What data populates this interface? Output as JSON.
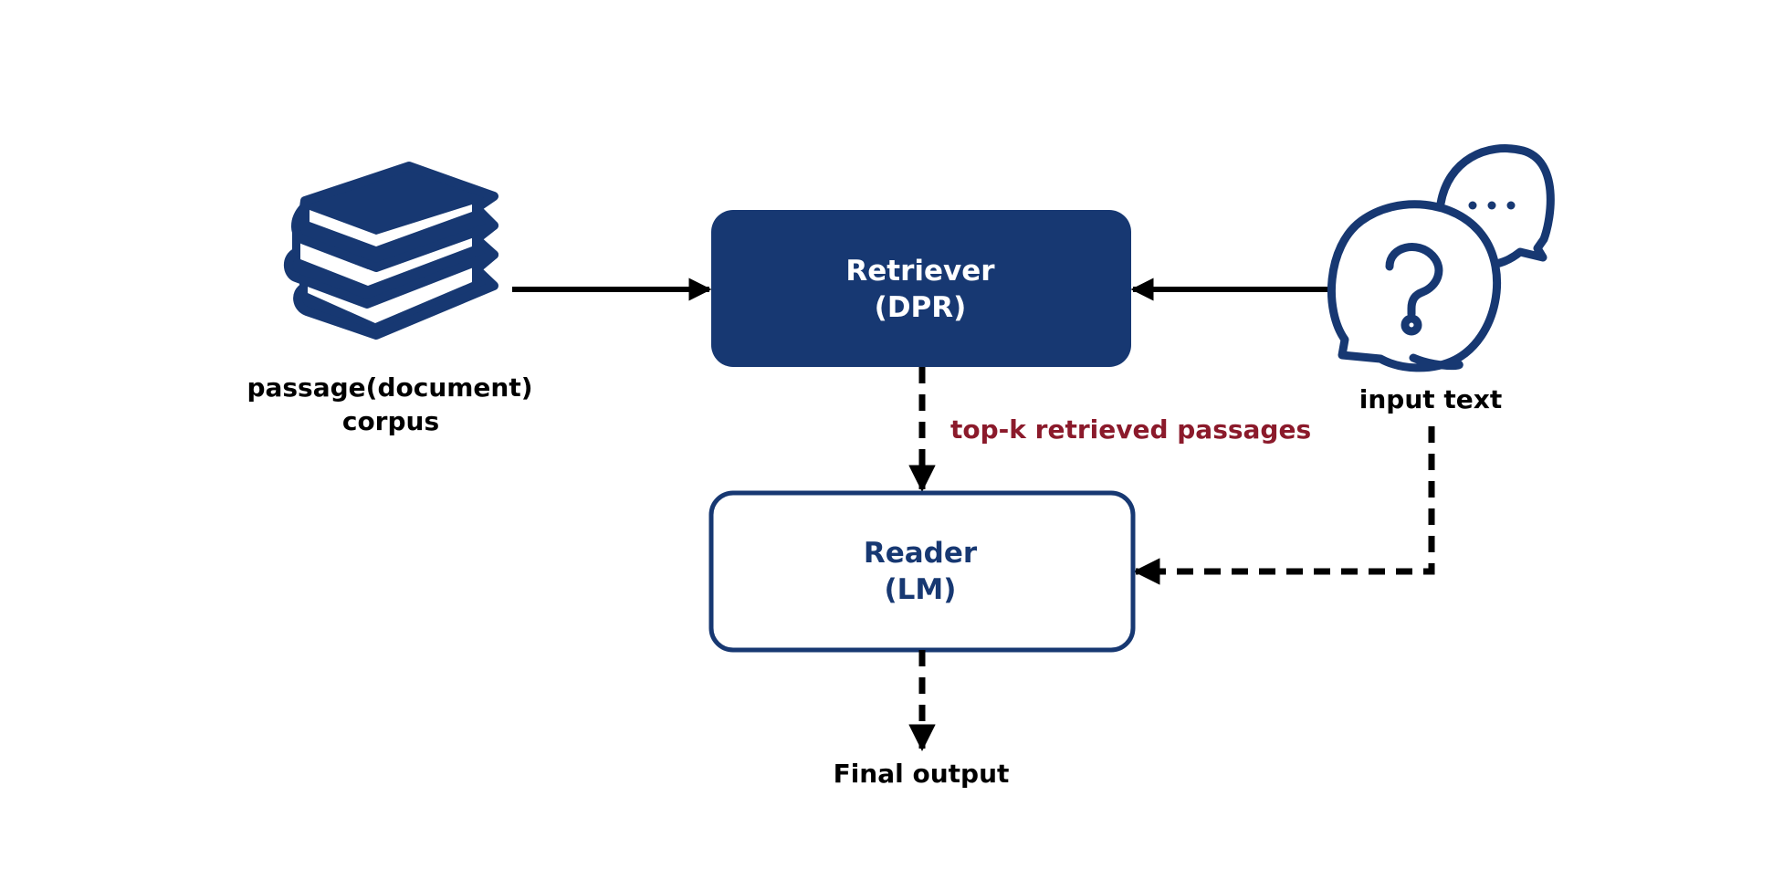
{
  "colors": {
    "navy": "#173872",
    "arrow": "#000000",
    "edge_label": "#8b1a2b",
    "background": "#ffffff"
  },
  "nodes": {
    "corpus": {
      "label_line1": "passage(document)",
      "label_line2": "corpus",
      "icon": "books-stack-icon"
    },
    "retriever": {
      "title": "Retriever",
      "subtitle": "(DPR)"
    },
    "reader": {
      "title": "Reader",
      "subtitle": "(LM)"
    },
    "input": {
      "label": "input text",
      "icon": "question-chat-bubbles-icon"
    },
    "output": {
      "label": "Final output"
    }
  },
  "edges": {
    "retriever_to_reader": {
      "label": "top-k retrieved passages"
    }
  }
}
